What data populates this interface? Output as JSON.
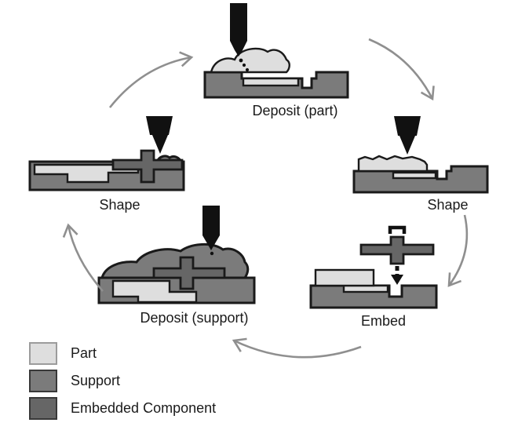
{
  "diagram": {
    "stages": [
      {
        "id": "deposit-part",
        "label": "Deposit (part)"
      },
      {
        "id": "shape-after-deposit",
        "label": "Shape"
      },
      {
        "id": "embed",
        "label": "Embed"
      },
      {
        "id": "deposit-support",
        "label": "Deposit (support)"
      },
      {
        "id": "shape-after-support",
        "label": "Shape"
      }
    ]
  },
  "legend": {
    "items": [
      {
        "label": "Part",
        "color": "#dedede",
        "border": "#9c9c9c"
      },
      {
        "label": "Support",
        "color": "#7b7b7b",
        "border": "#383838"
      },
      {
        "label": "Embedded Component",
        "color": "#666666",
        "border": "#383838"
      }
    ]
  },
  "colors": {
    "part": "#dedede",
    "support": "#7b7b7b",
    "embedded": "#666666",
    "outline": "#1a1a1a",
    "tool": "#111111",
    "arrow": "#8f8f8f",
    "text": "#1a1a1a",
    "background": "#ffffff"
  }
}
